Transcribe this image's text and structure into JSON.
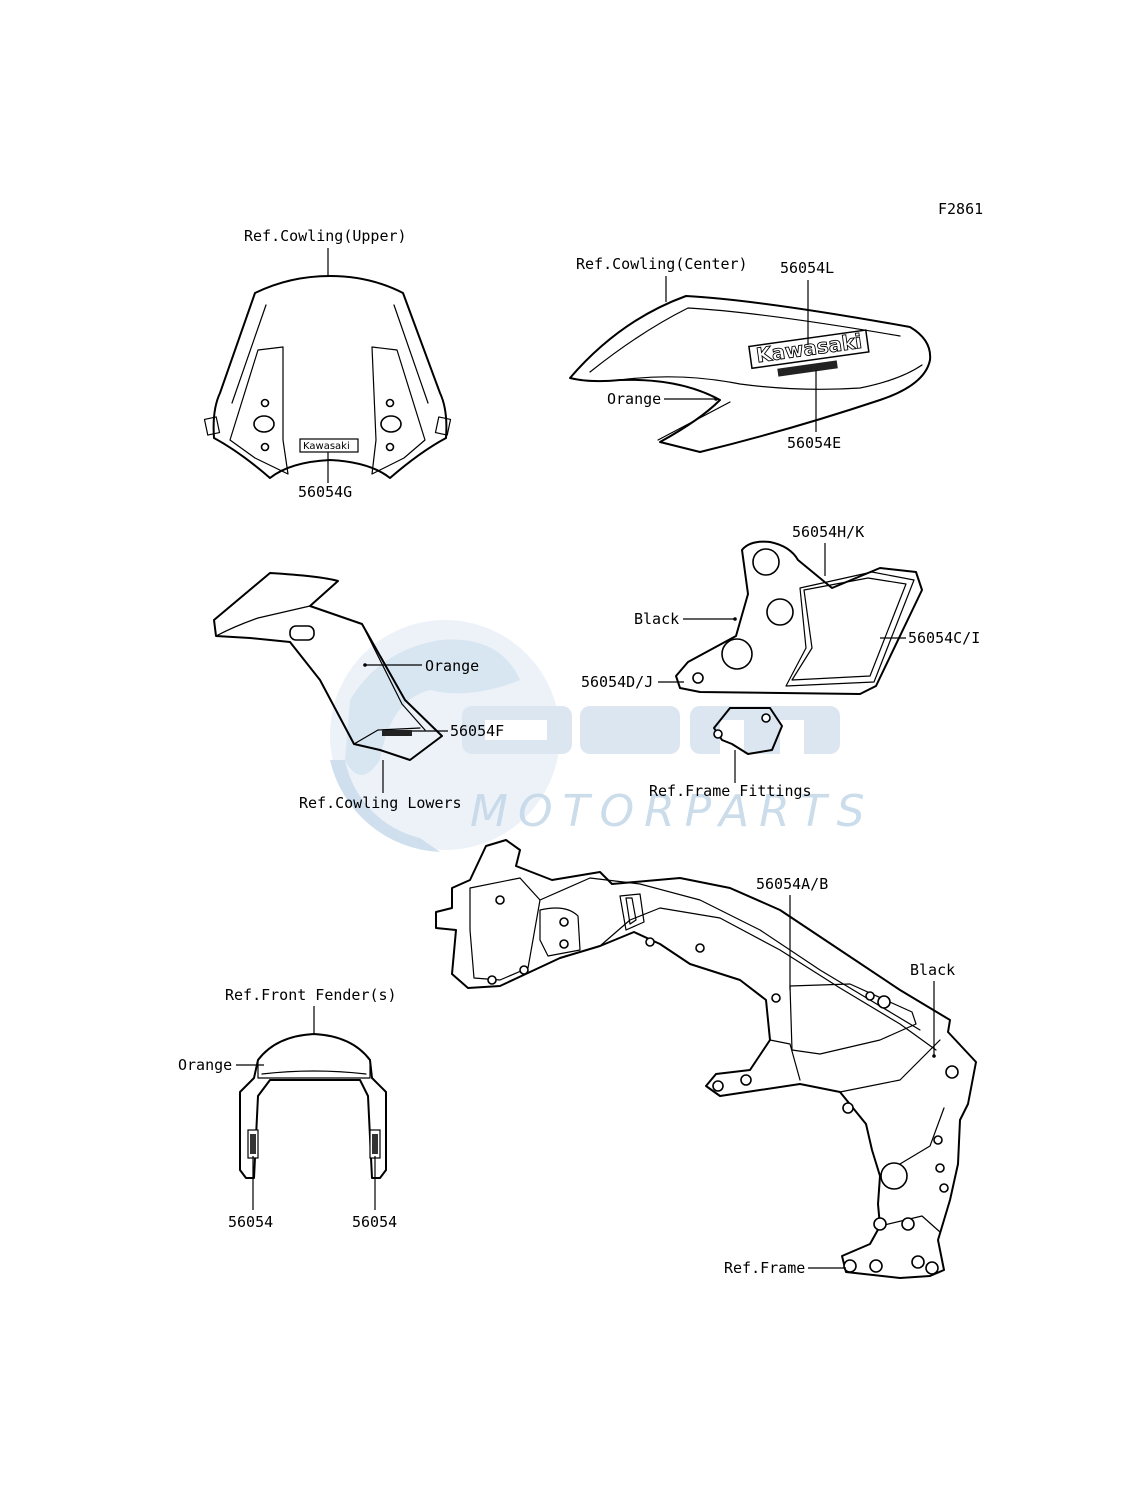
{
  "figure_code": "F2861",
  "watermark": {
    "brand_text": "MOTORPARTS",
    "color": "#c3d6e8"
  },
  "decal_text": "Kawasaki",
  "labels": {
    "cowling_upper_ref": "Ref.Cowling(Upper)",
    "cowling_upper_part": "56054G",
    "cowling_center_ref": "Ref.Cowling(Center)",
    "cowling_center_part_top": "56054L",
    "cowling_center_color": "Orange",
    "cowling_center_part_bottom": "56054E",
    "lower_cowl_color": "Orange",
    "lower_cowl_part": "56054F",
    "lower_cowl_ref": "Ref.Cowling Lowers",
    "fitting_part_top": "56054H/K",
    "fitting_color": "Black",
    "fitting_part_right": "56054C/I",
    "fitting_part_left": "56054D/J",
    "fitting_ref": "Ref.Frame Fittings",
    "frame_part": "56054A/B",
    "frame_color": "Black",
    "frame_ref": "Ref.Frame",
    "fender_ref": "Ref.Front Fender(s)",
    "fender_color": "Orange",
    "fender_part_left": "56054",
    "fender_part_right": "56054"
  }
}
